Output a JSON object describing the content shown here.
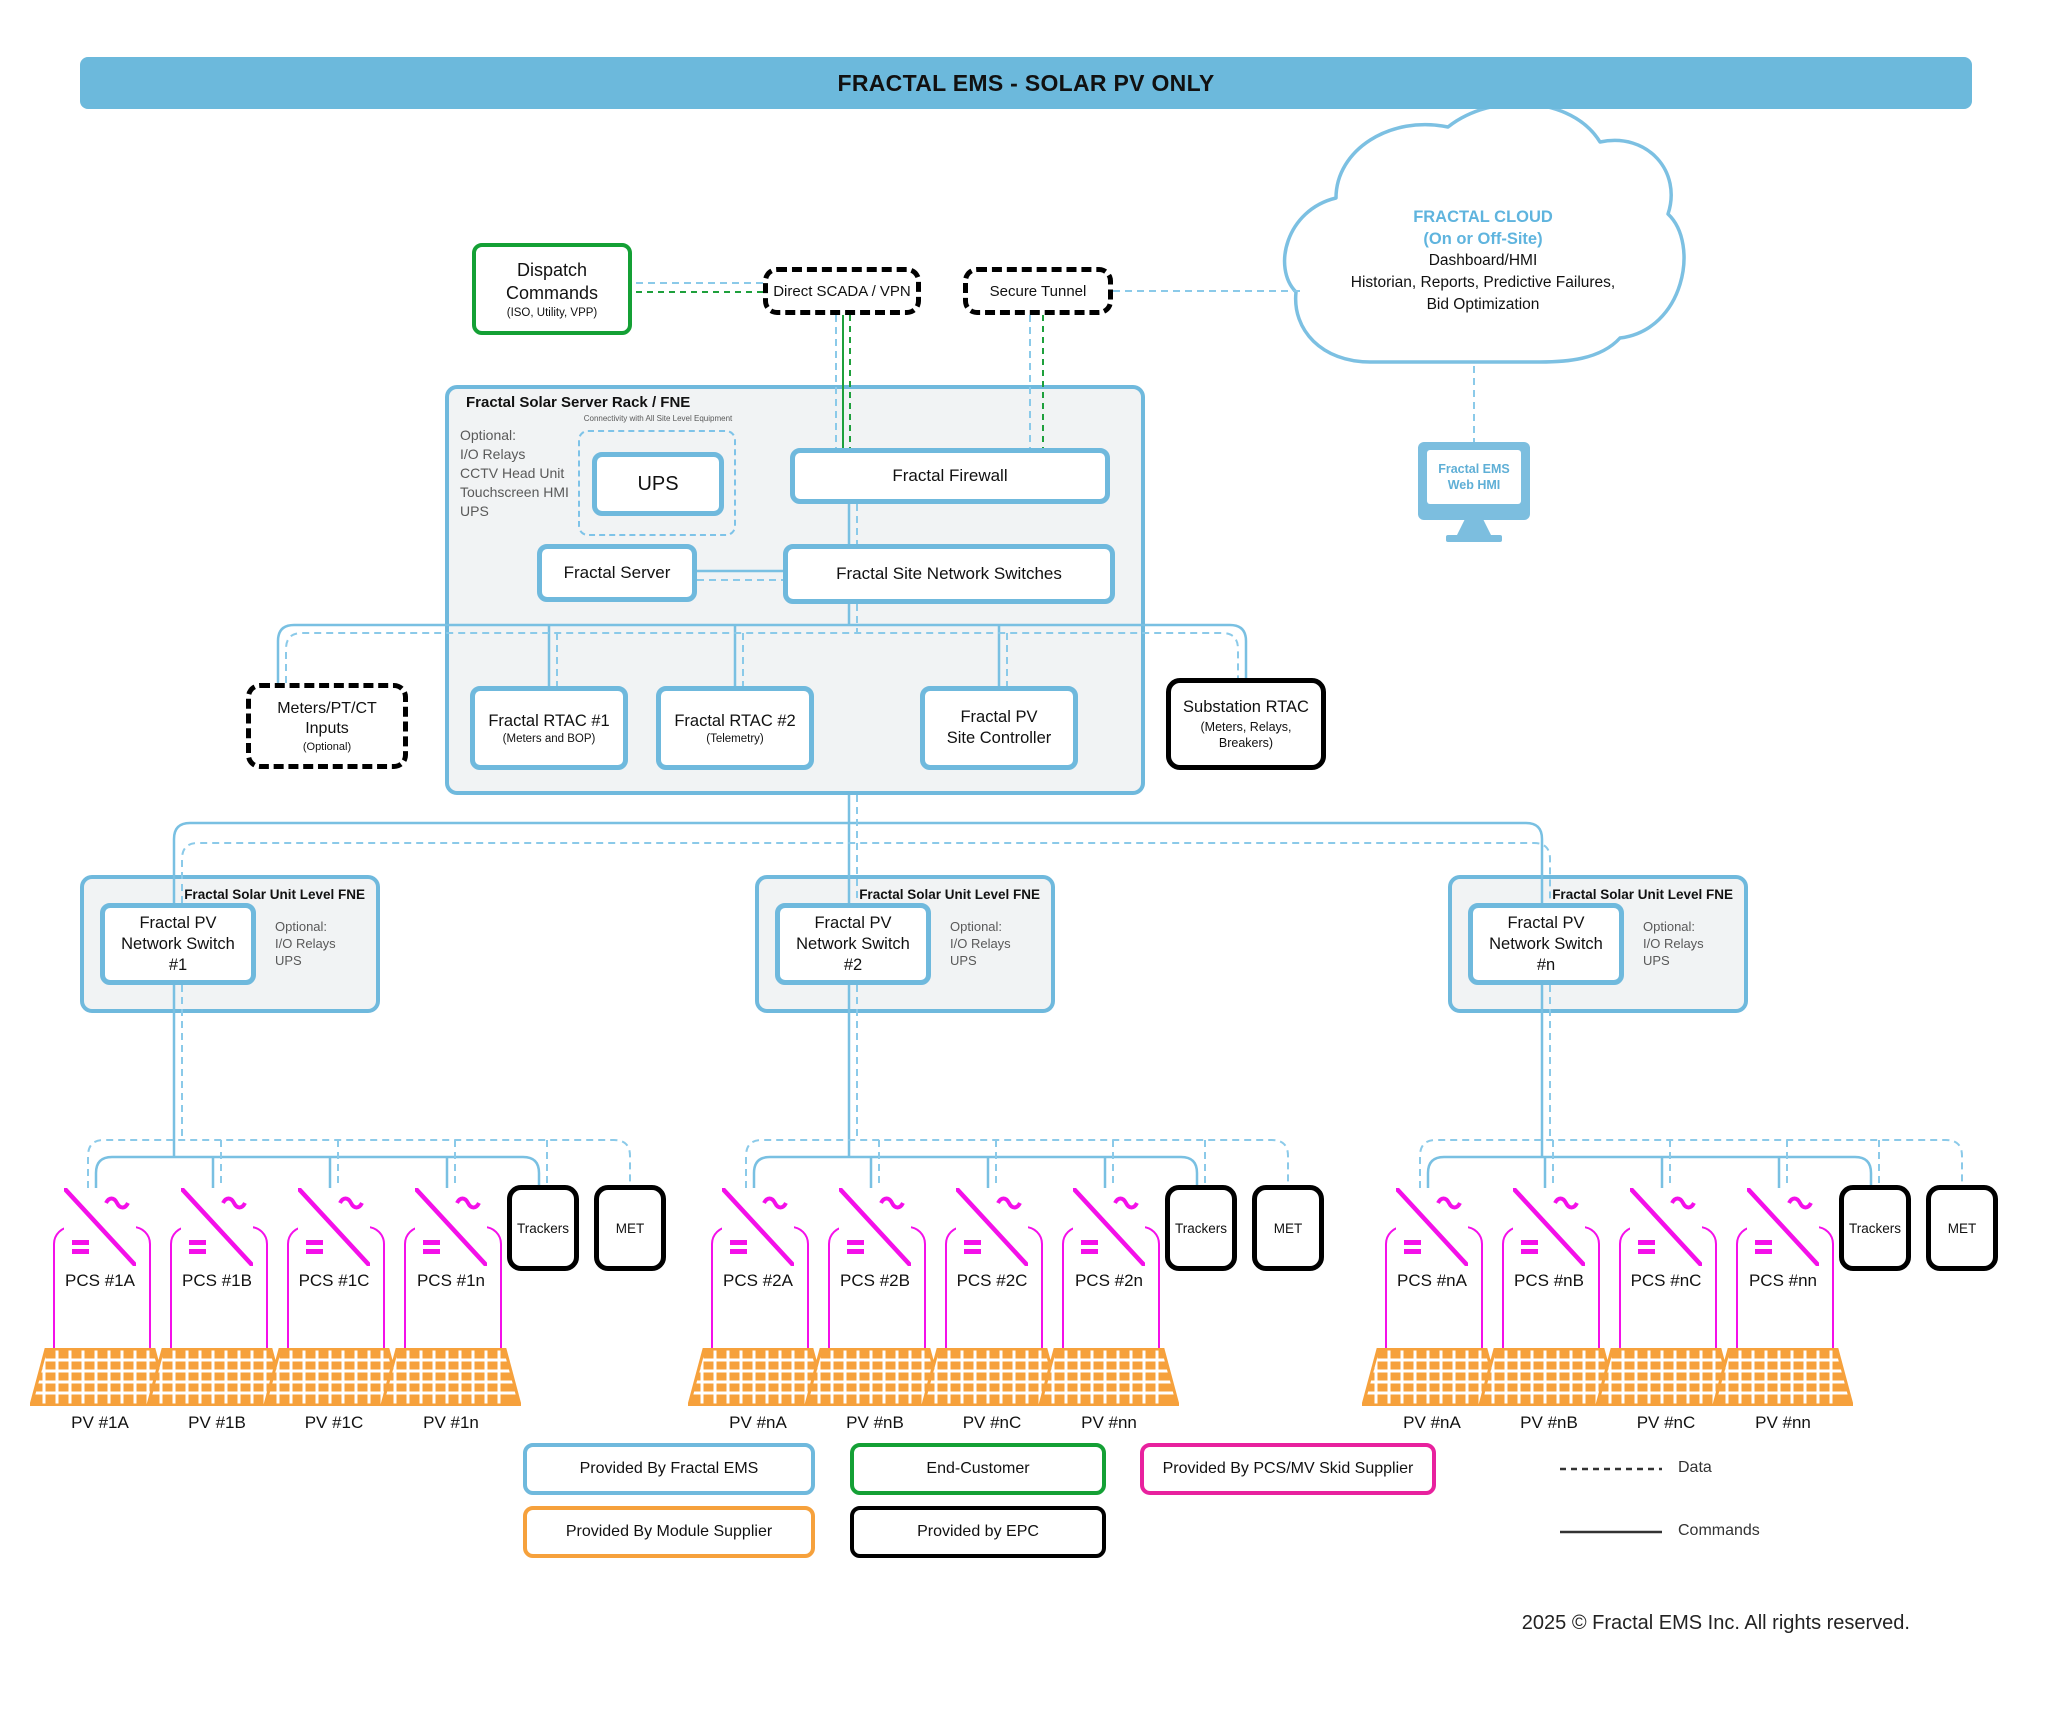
{
  "title": "FRACTAL EMS - SOLAR PV ONLY",
  "colors": {
    "fractal_blue": "#6FB9DD",
    "title_bar_blue": "#6CB9DC",
    "wire_blue_solid": "#79C0E2",
    "wire_blue_dashed": "#8BCAE9",
    "green": "#14A035",
    "magenta_pcs": "#F410E9",
    "magenta_legend": "#E8219E",
    "orange": "#F6A13C",
    "black": "#000000"
  },
  "top": {
    "dispatch": {
      "main": "Dispatch\nCommands",
      "sub": "(ISO, Utility, VPP)"
    },
    "scada": "Direct SCADA / VPN",
    "tunnel": "Secure Tunnel",
    "cloud": {
      "title": "FRACTAL CLOUD",
      "subtitle": "(On or Off-Site)",
      "line1": "Dashboard/HMI",
      "line2": "Historian, Reports, Predictive Failures,",
      "line3": "Bid Optimization"
    },
    "web_hmi": "Fractal EMS\nWeb HMI"
  },
  "rack": {
    "title": "Fractal Solar Server Rack / FNE",
    "connectivity_note": "Connectivity with All Site Level Equipment",
    "optional": {
      "header": "Optional:",
      "items": [
        "I/O Relays",
        "CCTV Head Unit",
        "Touchscreen HMI",
        "UPS"
      ]
    },
    "ups": "UPS",
    "firewall": "Fractal Firewall",
    "server": "Fractal Server",
    "switches": "Fractal Site Network Switches"
  },
  "mid": {
    "meters": {
      "main": "Meters/PT/CT\nInputs",
      "sub": "(Optional)"
    },
    "rtac1": {
      "title": "Fractal RTAC #1",
      "sub": "(Meters and BOP)"
    },
    "rtac2": {
      "title": "Fractal RTAC #2",
      "sub": "(Telemetry)"
    },
    "pv_controller": "Fractal PV\nSite Controller",
    "substation": {
      "title": "Substation RTAC",
      "sub": "(Meters, Relays,\nBreakers)"
    }
  },
  "units": [
    {
      "fne_title": "Fractal Solar Unit Level FNE",
      "switch_label": "Fractal PV\nNetwork Switch\n#1",
      "optional_header": "Optional:",
      "optional_items": [
        "I/O Relays",
        "UPS"
      ]
    },
    {
      "fne_title": "Fractal Solar Unit Level FNE",
      "switch_label": "Fractal PV\nNetwork Switch\n#2",
      "optional_header": "Optional:",
      "optional_items": [
        "I/O Relays",
        "UPS"
      ]
    },
    {
      "fne_title": "Fractal Solar Unit Level FNE",
      "switch_label": "Fractal PV\nNetwork Switch\n#n",
      "optional_header": "Optional:",
      "optional_items": [
        "I/O Relays",
        "UPS"
      ]
    }
  ],
  "groups": [
    {
      "pcs": [
        "PCS #1A",
        "PCS #1B",
        "PCS #1C",
        "PCS #1n"
      ],
      "pv": [
        "PV #1A",
        "PV #1B",
        "PV #1C",
        "PV #1n"
      ],
      "trackers": "Trackers",
      "met": "MET"
    },
    {
      "pcs": [
        "PCS #2A",
        "PCS #2B",
        "PCS #2C",
        "PCS #2n"
      ],
      "pv": [
        "PV #nA",
        "PV #nB",
        "PV #nC",
        "PV #nn"
      ],
      "trackers": "Trackers",
      "met": "MET"
    },
    {
      "pcs": [
        "PCS #nA",
        "PCS #nB",
        "PCS #nC",
        "PCS #nn"
      ],
      "pv": [
        "PV #nA",
        "PV #nB",
        "PV #nC",
        "PV #nn"
      ],
      "trackers": "Trackers",
      "met": "MET"
    }
  ],
  "legend": {
    "fractal_ems": "Provided By Fractal EMS",
    "end_customer": "End-Customer",
    "pcs_supplier": "Provided By PCS/MV Skid Supplier",
    "module_supplier": "Provided By Module Supplier",
    "epc": "Provided by EPC",
    "data_label": "Data",
    "commands_label": "Commands"
  },
  "footer": "2025 © Fractal EMS Inc. All rights reserved."
}
